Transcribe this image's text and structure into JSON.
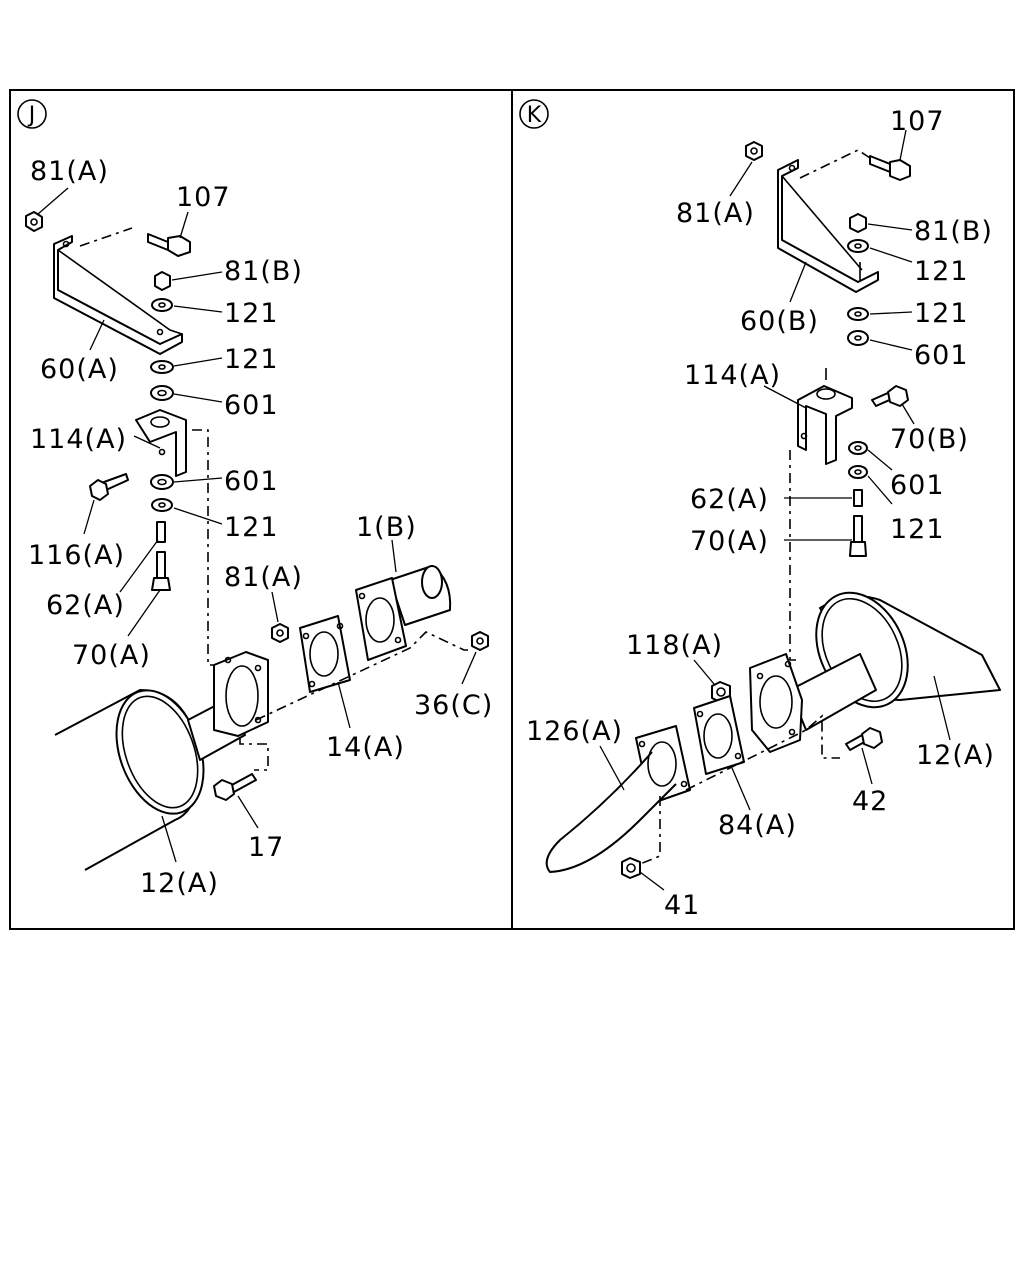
{
  "panels": [
    {
      "id": "J",
      "labels": [
        {
          "key": "81a",
          "text": "81(A)"
        },
        {
          "key": "107",
          "text": "107"
        },
        {
          "key": "81b",
          "text": "81(B)"
        },
        {
          "key": "121a",
          "text": "121"
        },
        {
          "key": "60a",
          "text": "60(A)"
        },
        {
          "key": "121b",
          "text": "121"
        },
        {
          "key": "601a",
          "text": "601"
        },
        {
          "key": "114a",
          "text": "114(A)"
        },
        {
          "key": "601b",
          "text": "601"
        },
        {
          "key": "121c",
          "text": "121"
        },
        {
          "key": "116a",
          "text": "116(A)"
        },
        {
          "key": "62a",
          "text": "62(A)"
        },
        {
          "key": "70a",
          "text": "70(A)"
        },
        {
          "key": "1b",
          "text": "1(B)"
        },
        {
          "key": "81a2",
          "text": "81(A)"
        },
        {
          "key": "36c",
          "text": "36(C)"
        },
        {
          "key": "14a",
          "text": "14(A)"
        },
        {
          "key": "17",
          "text": "17"
        },
        {
          "key": "12a",
          "text": "12(A)"
        }
      ]
    },
    {
      "id": "K",
      "labels": [
        {
          "key": "107",
          "text": "107"
        },
        {
          "key": "81a",
          "text": "81(A)"
        },
        {
          "key": "81b",
          "text": "81(B)"
        },
        {
          "key": "121a",
          "text": "121"
        },
        {
          "key": "60b",
          "text": "60(B)"
        },
        {
          "key": "121b",
          "text": "121"
        },
        {
          "key": "601a",
          "text": "601"
        },
        {
          "key": "114a",
          "text": "114(A)"
        },
        {
          "key": "70b",
          "text": "70(B)"
        },
        {
          "key": "601b",
          "text": "601"
        },
        {
          "key": "62a",
          "text": "62(A)"
        },
        {
          "key": "121c",
          "text": "121"
        },
        {
          "key": "70a",
          "text": "70(A)"
        },
        {
          "key": "118a",
          "text": "118(A)"
        },
        {
          "key": "126a",
          "text": "126(A)"
        },
        {
          "key": "12a",
          "text": "12(A)"
        },
        {
          "key": "84a",
          "text": "84(A)"
        },
        {
          "key": "42",
          "text": "42"
        },
        {
          "key": "41",
          "text": "41"
        }
      ]
    }
  ]
}
